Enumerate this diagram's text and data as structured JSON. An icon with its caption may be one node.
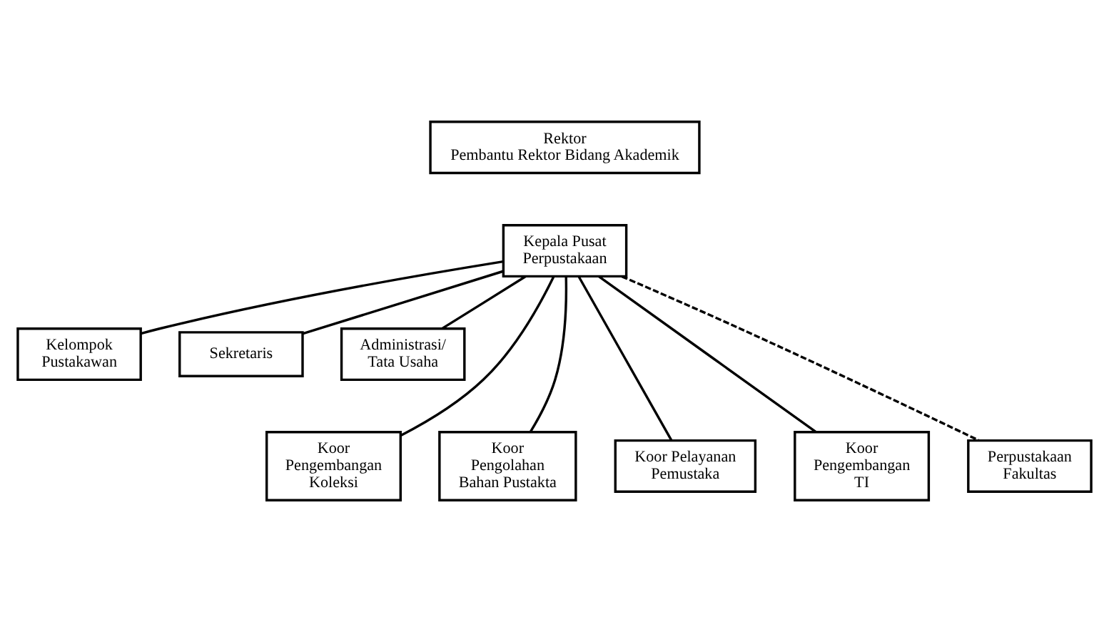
{
  "diagram": {
    "nodes": [
      {
        "text": [
          "Rektor",
          "Pembantu Rektor Bidang Akademik"
        ]
      },
      {
        "text": [
          "Kepala Pusat Perpustakaan"
        ]
      },
      {
        "text": [
          "Sekretaris"
        ]
      },
      {
        "text": [
          "Administrasi/ Tata Usaha"
        ]
      },
      {
        "text": [
          "Kelompok Pustakawan"
        ]
      },
      {
        "text": [
          "Koor Pengembangan Koleksi"
        ]
      },
      {
        "text": [
          "Koor Pengolahan Bahan Pustakta"
        ]
      },
      {
        "text": [
          "Koor Pelayanan Pemustaka"
        ]
      },
      {
        "text": [
          "Koor Pengembangan TI"
        ]
      },
      {
        "text": [
          "Perpustakaan Fakultas"
        ]
      }
    ],
    "edges": [
      {
        "from": 1,
        "to": 2,
        "arrow": "none"
      },
      {
        "from": 1,
        "to": 3,
        "arrow": "none"
      },
      {
        "from": 1,
        "to": 4,
        "arrow": "none"
      },
      {
        "from": 1,
        "to": 5,
        "arrow": "none"
      },
      {
        "from": 1,
        "to": 6,
        "arrow": "none"
      },
      {
        "from": 1,
        "to": 7,
        "arrow": "none"
      },
      {
        "from": 1,
        "to": 8,
        "arrow": "none"
      },
      {
        "from": 1,
        "to": 9,
        "arrow": "none",
        "style": "dashed"
      }
    ]
  }
}
